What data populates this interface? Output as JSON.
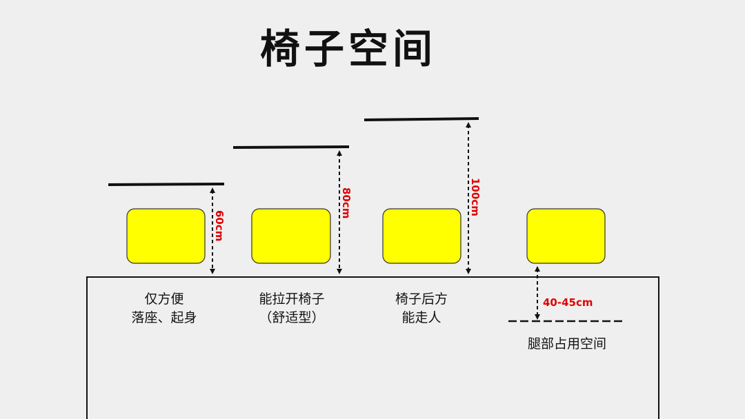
{
  "title": "椅子空间",
  "colors": {
    "background": "#efefef",
    "chair_fill": "#ffff00",
    "measure_text": "#e00000",
    "line": "#111111"
  },
  "sections": [
    {
      "measurement": "60cm",
      "caption_lines": [
        "仅方便",
        "落座、起身"
      ]
    },
    {
      "measurement": "80cm",
      "caption_lines": [
        "能拉开椅子",
        "（舒适型）"
      ]
    },
    {
      "measurement": "100cm",
      "caption_lines": [
        "椅子后方",
        "能走人"
      ]
    },
    {
      "measurement": "40-45cm",
      "caption_lines": [
        "腿部占用空间"
      ]
    }
  ]
}
